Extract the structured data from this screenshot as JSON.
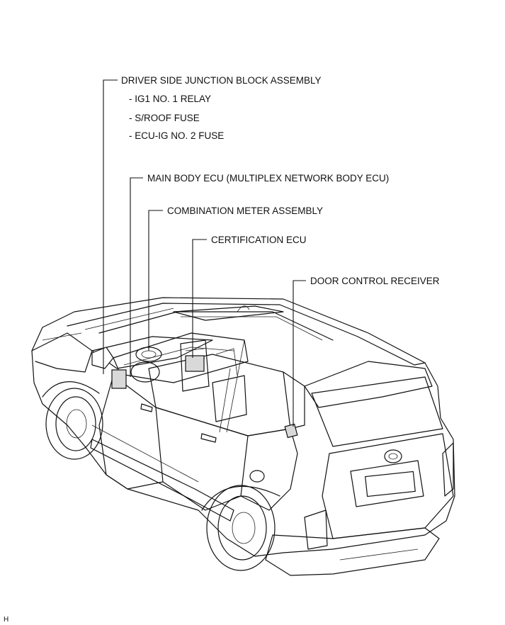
{
  "labels": {
    "driver_side_junction_block": "DRIVER SIDE JUNCTION BLOCK ASSEMBLY",
    "ig1_relay": "- IG1 NO. 1 RELAY",
    "sroof_fuse": "- S/ROOF FUSE",
    "ecu_ig_fuse": "- ECU-IG NO. 2 FUSE",
    "main_body_ecu": "MAIN BODY ECU (MULTIPLEX NETWORK BODY ECU)",
    "combination_meter": "COMBINATION METER ASSEMBLY",
    "certification_ecu": "CERTIFICATION ECU",
    "door_control_receiver": "DOOR CONTROL RECEIVER"
  },
  "corner_mark": "H"
}
